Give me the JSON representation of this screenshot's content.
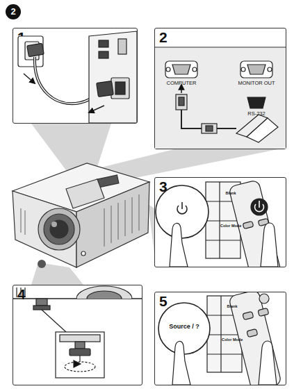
{
  "diagram": {
    "nodes": [
      {
        "text": [
          "1"
        ]
      },
      {
        "text": [
          "2"
        ]
      },
      {
        "text": [
          "3"
        ]
      },
      {
        "text": [
          "4"
        ]
      },
      {
        "text": [
          "5"
        ]
      }
    ],
    "labels": [
      "2",
      "COMPUTER",
      "MONITOR OUT",
      "RS-232",
      "Blank",
      "Color Mode",
      "Blank",
      "Color Mode",
      "Source / ?"
    ]
  }
}
